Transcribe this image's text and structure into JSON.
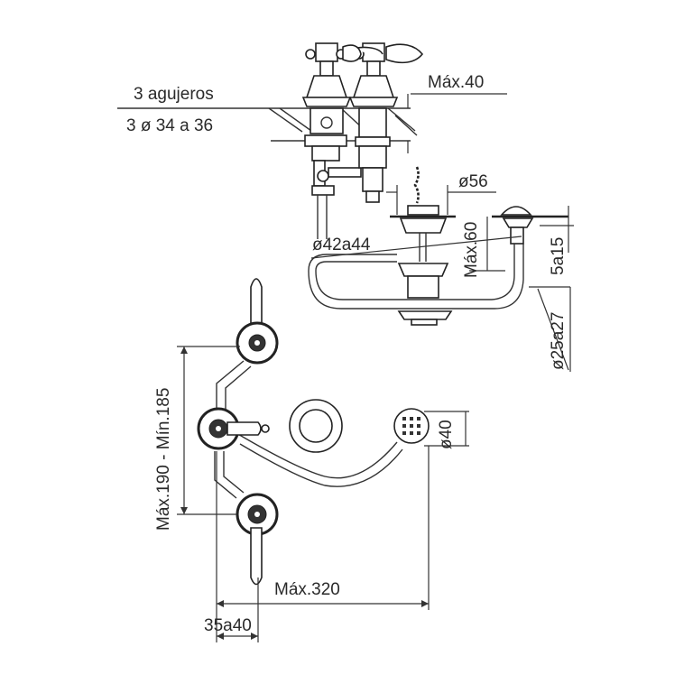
{
  "diagram": {
    "title": "Bidet / basin 3-hole tap installation dimensions",
    "labels": {
      "holes_count": "3 agujeros",
      "holes_diameter": "3 ø 34 a 36",
      "max_deck_thickness": "Máx.40",
      "pop_up_diameter": "ø56",
      "max_60": "Máx.60",
      "waste_hole": "ø42a44",
      "rim_5a15": "5a15",
      "spray_hole": "ø25a27",
      "handle_spacing": "Máx.190 - Mín.185",
      "spray_head_diameter": "ø40",
      "max_reach": "Máx.320",
      "offset": "35a40"
    },
    "views": [
      {
        "name": "side-elevation",
        "parts": [
          "twin cross-handle valves",
          "pop-up waste with chain",
          "rim spray outlet",
          "flexible supply hose"
        ]
      },
      {
        "name": "plan-view",
        "parts": [
          "top lever valve",
          "center lever diverter",
          "bottom lever valve",
          "pop-up knob",
          "spray head"
        ]
      }
    ]
  }
}
